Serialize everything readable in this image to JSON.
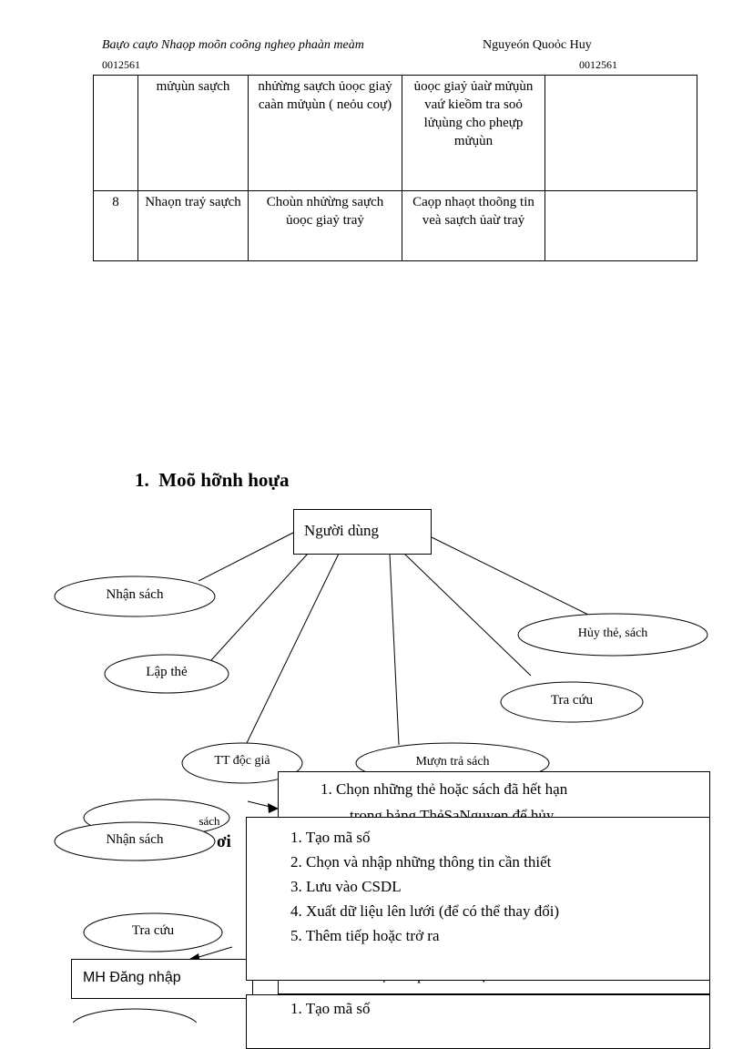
{
  "header": {
    "title": "Baựo caựo Nhaọp moõn coõng ngheọ phaàn meàm",
    "author": "Nguyeón Quoỏc Huy",
    "id_left": "0012561",
    "id_right": "0012561"
  },
  "table": {
    "rows": [
      {
        "no": "",
        "name": "mửụùn saựch",
        "action": "nhửừng saựch ủoọc giaỷ caàn mửụùn ( neỏu coự)",
        "result": "ủoọc giaỷ ủaừ mửụùn vaứ kieồm tra soỏ lửụùng cho pheựp mửụùn",
        "note": ""
      },
      {
        "no": "8",
        "name": "Nhaọn traỷ saựch",
        "action": "Choùn nhửừng saựch ủoọc giaỷ traỷ",
        "result": "Caọp nhaọt thoõng tin veà saựch ủaừ traỷ",
        "note": ""
      }
    ]
  },
  "section": {
    "number": "1.",
    "title": "Moõ hỡnh hoựa"
  },
  "diagram": {
    "center_label": "Người dùng",
    "ellipses": {
      "nhan_sach": "Nhận sách",
      "huy_the": "Hủy thẻ, sách",
      "lap_the": "Lập thẻ",
      "tra_cuu": "Tra cứu",
      "tt_doc_gia": "TT độc giả",
      "muon_tra": "Mượn trả sách",
      "partial_sach": "sách",
      "nhan_sach_2": "Nhận sách",
      "tra_cuu_2": "Tra cứu"
    },
    "login_box": "MH Đăng nhập",
    "partial_bold": "ơi"
  },
  "overlay1": {
    "item1": "1.  Chọn những thẻ hoặc sách đã hết hạn",
    "partial": "trong bảng ThẻSaNguyen để hủy"
  },
  "overlay2": {
    "items": [
      "1.  Tạo mã số",
      "2.  Chọn và nhập những thông tin cần thiết",
      "3.  Lưu vào CSDL",
      "4.  Xuất dữ liệu lên lưới (để có thể thay đổi)",
      "5.  Thêm tiếp hoặc trở ra"
    ],
    "partial_below": "5.  Hiển thị kết quả tìm được"
  },
  "overlay3": {
    "item1": "1.  Tạo mã số"
  }
}
